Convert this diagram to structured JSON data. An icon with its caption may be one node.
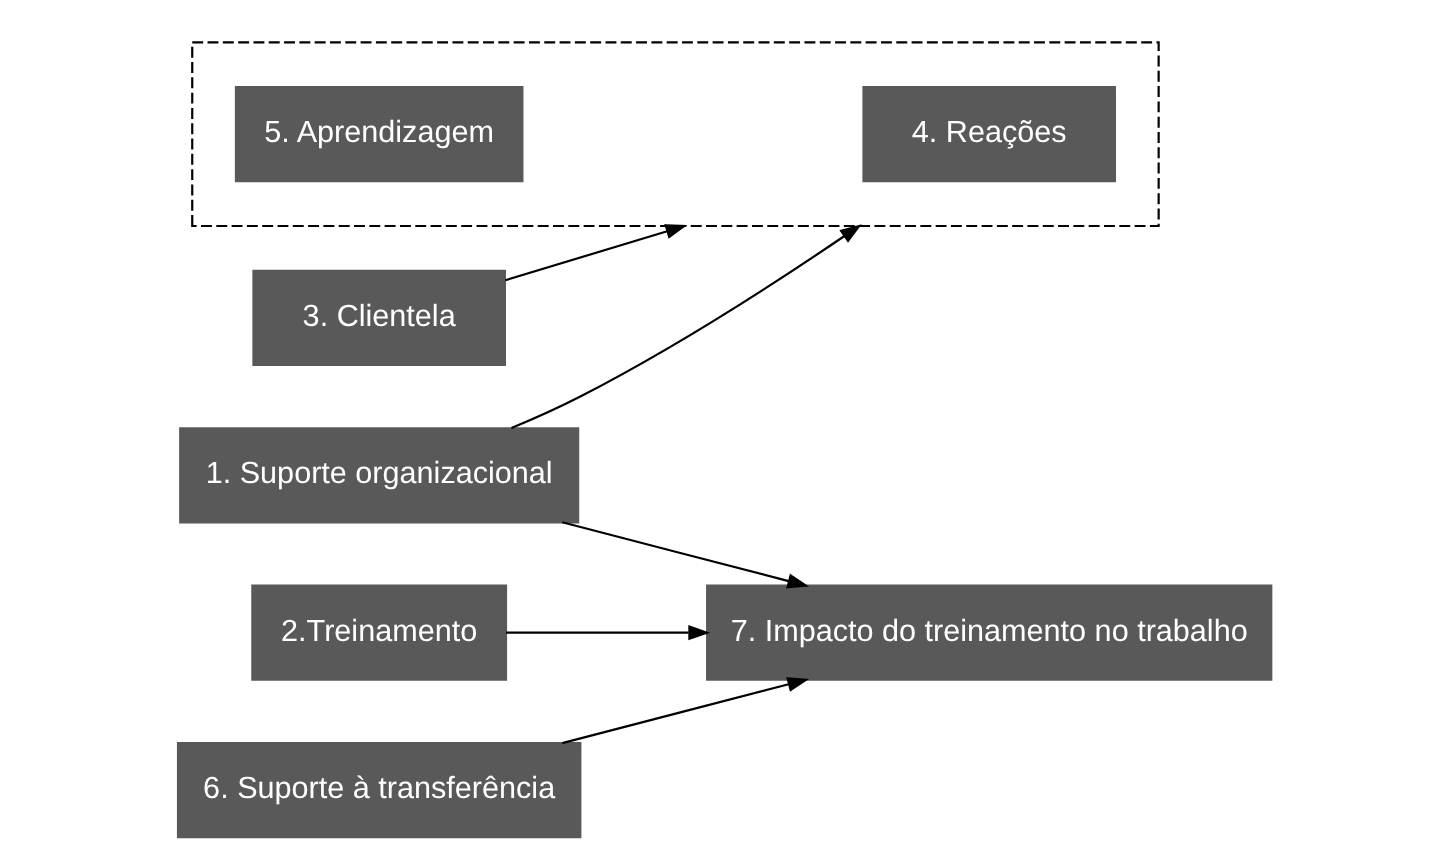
{
  "diagram": {
    "nodes": [
      {
        "text": [
          "1. Suporte organizacional"
        ]
      },
      {
        "text": [
          "2.Treinamento"
        ]
      },
      {
        "text": [
          "3. Clientela"
        ]
      },
      {
        "text": [],
        "shape": "box"
      },
      {
        "text": [
          "4. Reações"
        ],
        "in": 3
      },
      {
        "text": [
          "5. Aprendizagem"
        ],
        "in": 3
      },
      {
        "text": [
          "6. Suporte à transferência"
        ]
      },
      {
        "text": [
          "7. Impacto do treinamento no trabalho"
        ]
      }
    ],
    "edges": [
      {
        "from": 0,
        "to": 7,
        "arrow": "to"
      },
      {
        "from": 0,
        "to": 3,
        "arrow": "to"
      },
      {
        "from": 1,
        "to": 7,
        "arrow": "to"
      },
      {
        "from": 2,
        "to": 3,
        "arrow": "to"
      },
      {
        "from": 6,
        "to": 7,
        "arrow": "to"
      }
    ]
  }
}
